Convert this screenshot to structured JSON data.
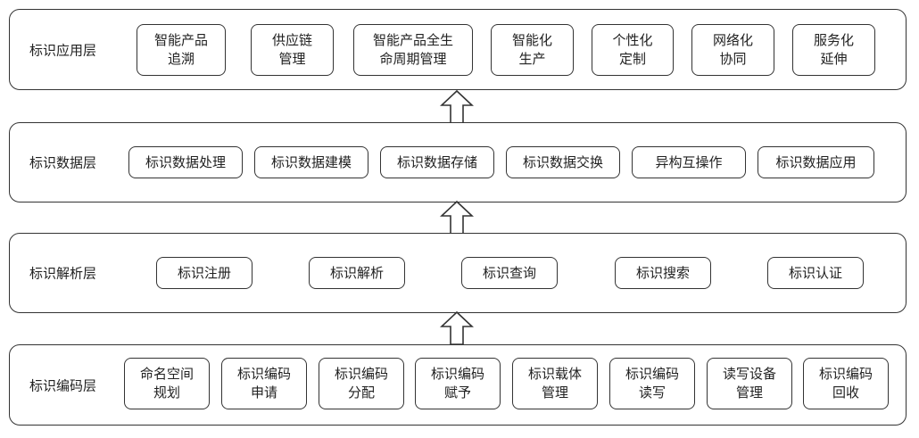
{
  "layers": [
    {
      "label": "标识应用层",
      "boxes": [
        "智能产品\n追溯",
        "供应链\n管理",
        "智能产品全生\n命周期管理",
        "智能化\n生产",
        "个性化\n定制",
        "网络化\n协同",
        "服务化\n延伸"
      ]
    },
    {
      "label": "标识数据层",
      "boxes": [
        "标识数据处理",
        "标识数据建模",
        "标识数据存储",
        "标识数据交换",
        "异构互操作",
        "标识数据应用"
      ]
    },
    {
      "label": "标识解析层",
      "boxes": [
        "标识注册",
        "标识解析",
        "标识查询",
        "标识搜索",
        "标识认证"
      ]
    },
    {
      "label": "标识编码层",
      "boxes": [
        "命名空间\n规划",
        "标识编码\n申请",
        "标识编码\n分配",
        "标识编码\n赋予",
        "标识载体\n管理",
        "标识编码\n读写",
        "读写设备\n管理",
        "标识编码\n回收"
      ]
    }
  ]
}
